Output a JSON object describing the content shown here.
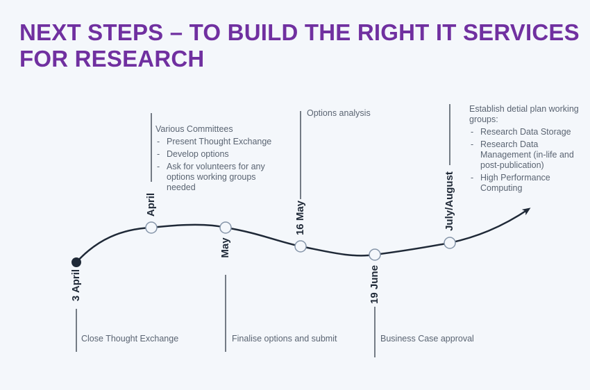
{
  "title": {
    "line1": "NEXT STEPS – TO BUILD THE RIGHT IT SERVICES",
    "line2": "FOR RESEARCH"
  },
  "milestones": [
    {
      "label": "3 April",
      "note": "Close Thought Exchange"
    },
    {
      "label": "April",
      "note": "Various Committees",
      "items": [
        "Present Thought Exchange",
        "Develop options",
        "Ask for volunteers for any options working groups needed"
      ]
    },
    {
      "label": "May",
      "note": "Finalise options and submit"
    },
    {
      "label": "16 May",
      "note": "Options analysis"
    },
    {
      "label": "19 June",
      "note": "Business Case approval"
    },
    {
      "label": "July/August",
      "note": "Establish detial plan working groups:",
      "items": [
        "Research Data Storage",
        "Research Data Management (in-life and post-publication)",
        "High Performance Computing"
      ]
    }
  ],
  "colors": {
    "title": "#7030a0",
    "line": "#1f2937",
    "node_stroke": "#8494a8",
    "node_fill": "#f4f7fb",
    "note_text": "#5a6472"
  }
}
